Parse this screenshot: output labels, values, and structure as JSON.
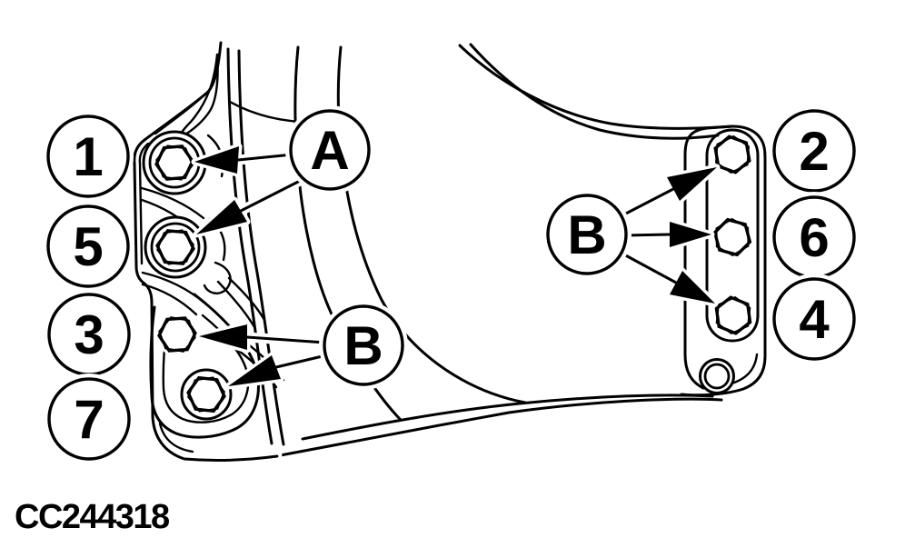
{
  "figure": {
    "code": "CC244318"
  },
  "callouts": {
    "left_sequence": [
      {
        "label": "1"
      },
      {
        "label": "5"
      },
      {
        "label": "3"
      },
      {
        "label": "7"
      }
    ],
    "right_sequence": [
      {
        "label": "2"
      },
      {
        "label": "6"
      },
      {
        "label": "4"
      }
    ],
    "group_labels": [
      {
        "label": "A"
      },
      {
        "label": "B"
      },
      {
        "label": "B"
      }
    ]
  },
  "colors": {
    "line": "#000000",
    "background": "#ffffff"
  }
}
